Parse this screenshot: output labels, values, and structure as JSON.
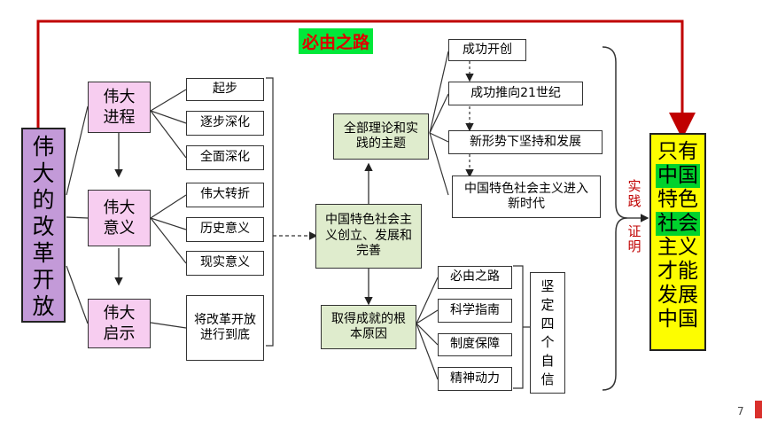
{
  "nodes": {
    "root": "伟大的改革开放",
    "process": "伟大进程",
    "meaning": "伟大意义",
    "insight": "伟大启示",
    "start": "起步",
    "gradual": "逐步深化",
    "comprehensive": "全面深化",
    "turning_point": "伟大转折",
    "historical": "历史意义",
    "practical": "现实意义",
    "carry_through": "将改革开放进行到底",
    "center": "中国特色社会主义创立、发展和完善",
    "theme": "全部理论和实践的主题",
    "root_cause": "取得成就的根本原因",
    "success_start": "成功开创",
    "success_21": "成功推向21世纪",
    "new_situation": "新形势下坚持和发展",
    "new_era": "中国特色社会主义进入新时代",
    "necessary_path": "必由之路",
    "scientific_guide": "科学指南",
    "system_guarantee": "制度保障",
    "spiritual_power": "精神动力",
    "four_confidences": "坚定四个自信",
    "practice": "实践",
    "prove": "证明",
    "conclusion_line1": "只有",
    "conclusion_hl1": "中国",
    "conclusion_line2": "特色",
    "conclusion_hl2": "社会",
    "conclusion_line3": "主义",
    "conclusion_line4": "才能发展中国"
  },
  "top_label": "必由之路",
  "slide_number": "7",
  "colors": {
    "top_line": "#c00000",
    "top_label_bg": "#00e83a",
    "root_bg": "#c39ad8",
    "pink_bg": "#f7cdf0",
    "green_bg": "#dfeccd",
    "conclusion_bg": "#fdfd00"
  }
}
